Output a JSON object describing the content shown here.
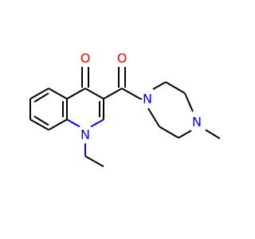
{
  "molecule": {
    "atoms": {
      "o1": {
        "symbol": "O",
        "color": "#ff0000"
      },
      "o2": {
        "symbol": "O",
        "color": "#ff0000"
      },
      "n1": {
        "symbol": "N",
        "color": "#0000ff"
      },
      "n2": {
        "symbol": "N",
        "color": "#0000ff"
      },
      "n3": {
        "symbol": "N",
        "color": "#0000ff"
      }
    },
    "bond_color": "#000000",
    "background": "#ffffff"
  }
}
